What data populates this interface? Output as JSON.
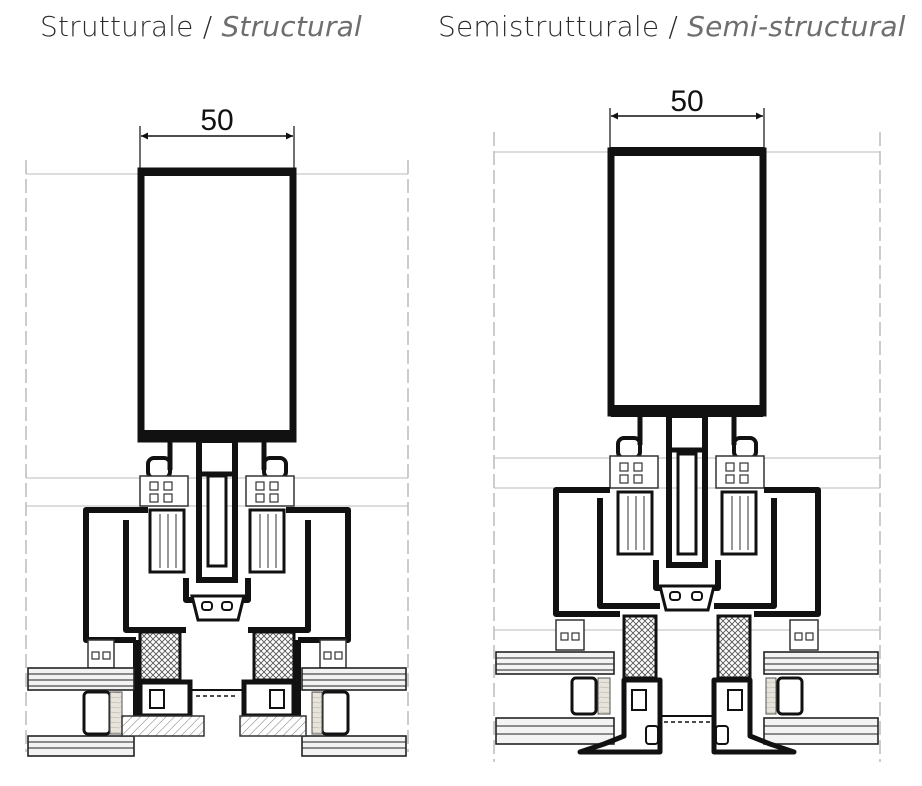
{
  "panels": [
    {
      "title": "Strutturale",
      "sep": " / ",
      "subtitle": "Structural",
      "dimension": "50"
    },
    {
      "title": "Semistrutturale",
      "sep": " / ",
      "subtitle": "Semi-structural",
      "dimension": "50"
    }
  ]
}
